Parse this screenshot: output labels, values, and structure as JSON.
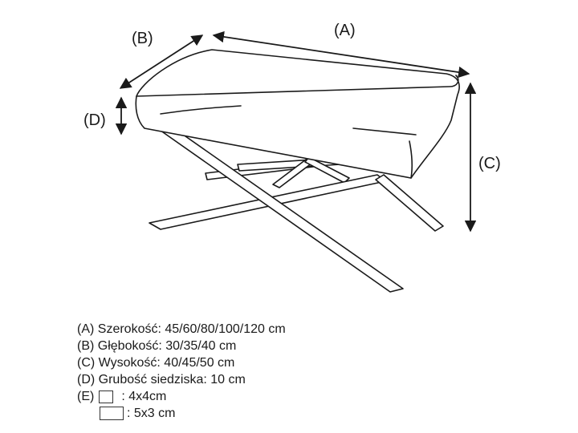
{
  "diagram": {
    "labels": {
      "a": "(A)",
      "b": "(B)",
      "c": "(C)",
      "d": "(D)"
    }
  },
  "legend": {
    "a": "(A) Szerokość: 45/60/80/100/120 cm",
    "b": "(B) Głębokość: 30/35/40 cm",
    "c": "(C) Wysokość: 40/45/50 cm",
    "d": "(D) Grubość siedziska: 10 cm",
    "e_prefix": "(E)",
    "e_option1": ": 4x4cm",
    "e_option2": ": 5x3 cm"
  }
}
